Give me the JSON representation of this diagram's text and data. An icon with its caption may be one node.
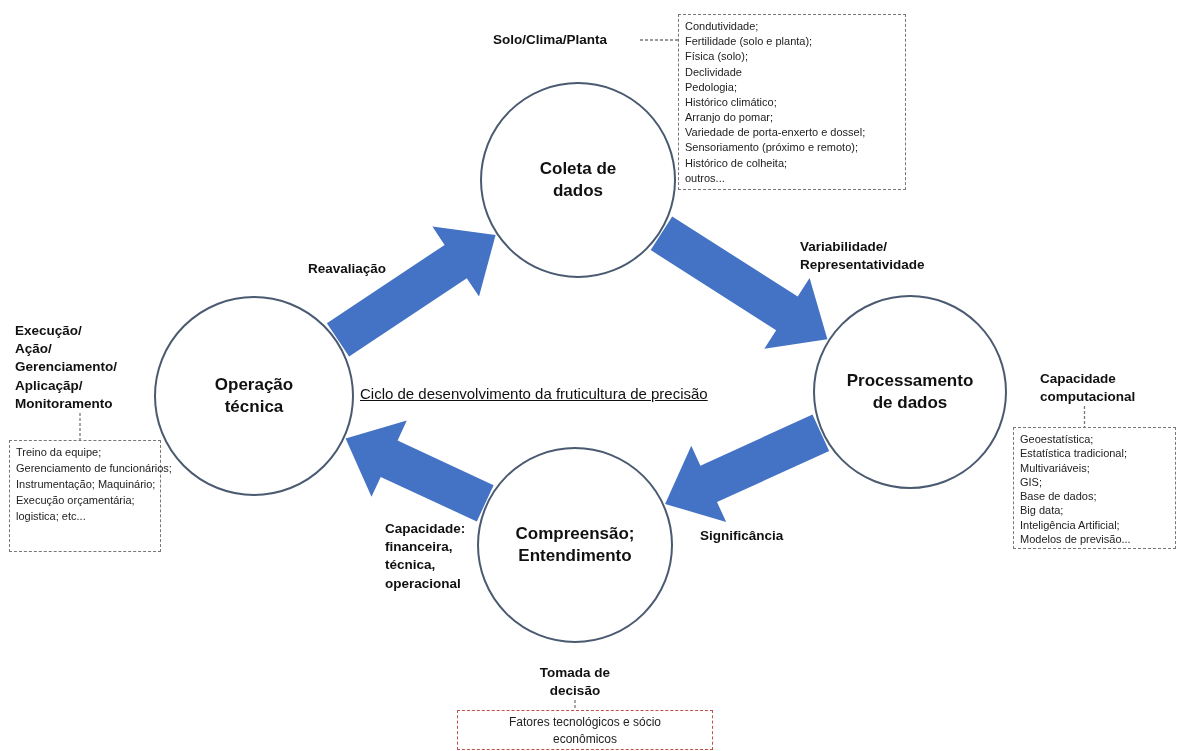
{
  "diagram": {
    "nodes": [
      {
        "text": [
          "Coleta de dados"
        ]
      },
      {
        "text": [
          "Processamento de dados"
        ]
      },
      {
        "text": [
          "Compreensão; Entendimento"
        ]
      },
      {
        "text": [
          "Operação técnica"
        ]
      },
      {
        "text": [
          "Solo/Clima/Planta"
        ]
      },
      {
        "text": [
          "Condutividade;",
          "Fertilidade (solo e planta);",
          "Física (solo);",
          "Declividade",
          "Pedologia;",
          "Histórico climático;",
          "Arranjo do pomar;",
          "Variedade de porta-enxerto e dossel;",
          "Sensoriamento (próximo e remoto);",
          "Histórico de colheita;",
          "outros..."
        ]
      },
      {
        "text": [
          "Execução/ Ação/ Gerenciamento/ Aplicaçãp/ Monitoramento"
        ]
      },
      {
        "text": [
          "Treino da equipe;",
          "Gerenciamento de funcionários;",
          "Instrumentação; Maquinário;",
          "Execução orçamentária;",
          "logistica; etc..."
        ]
      },
      {
        "text": [
          "Capacidade computacional"
        ]
      },
      {
        "text": [
          "Geoestatística;",
          "Estatística tradicional;",
          "Multivariáveis;",
          "GIS;",
          "Base de dados;",
          "Big data;",
          "Inteligência Artificial;",
          "Modelos de previsão..."
        ]
      },
      {
        "text": [
          "Tomada de decisão"
        ]
      },
      {
        "text": [
          "Fatores tecnológicos e sócio econômicos"
        ]
      }
    ],
    "edges": [
      {
        "from": 3,
        "to": 0,
        "arrow": "to",
        "label": "Reavaliação"
      },
      {
        "from": 0,
        "to": 1,
        "arrow": "to",
        "label": "Variabilidade/ Representatividade"
      },
      {
        "from": 1,
        "to": 2,
        "arrow": "to",
        "label": "Significância"
      },
      {
        "from": 2,
        "to": 3,
        "arrow": "to",
        "label": "Capacidade: financeira, técnica, operacional"
      },
      {
        "from": 4,
        "to": 5,
        "arrow": "none",
        "style": "dashed"
      },
      {
        "from": 6,
        "to": 7,
        "arrow": "none",
        "style": "dashed"
      },
      {
        "from": 8,
        "to": 9,
        "arrow": "none",
        "style": "dashed"
      },
      {
        "from": 10,
        "to": 11,
        "arrow": "none",
        "style": "dashed"
      }
    ],
    "labels": [
      "Ciclo de desenvolvimento da fruticultura de precisão"
    ]
  }
}
